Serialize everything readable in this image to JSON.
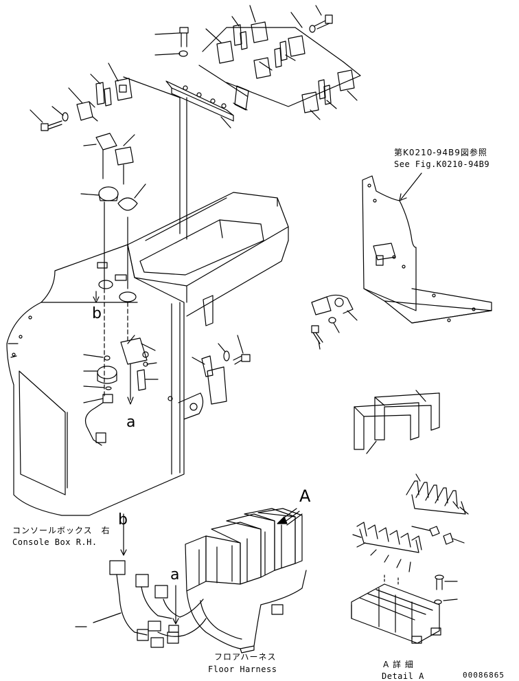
{
  "labels": {
    "see_fig_jp": "第K0210-94B9図参照",
    "see_fig_en": "See Fig.K0210-94B9",
    "console_box_jp": "コンソールボックス　右",
    "console_box_en": "Console Box R.H.",
    "floor_harness_jp": "フロアハーネス",
    "floor_harness_en": "Floor Harness",
    "detail_a_jp": "A 詳 細",
    "detail_a_en": "Detail A",
    "view_marker_a": "A",
    "ref_b_top": "b",
    "ref_a_top": "a",
    "ref_b_bottom": "b",
    "ref_a_bottom": "a",
    "drawing_number": "00086865"
  }
}
